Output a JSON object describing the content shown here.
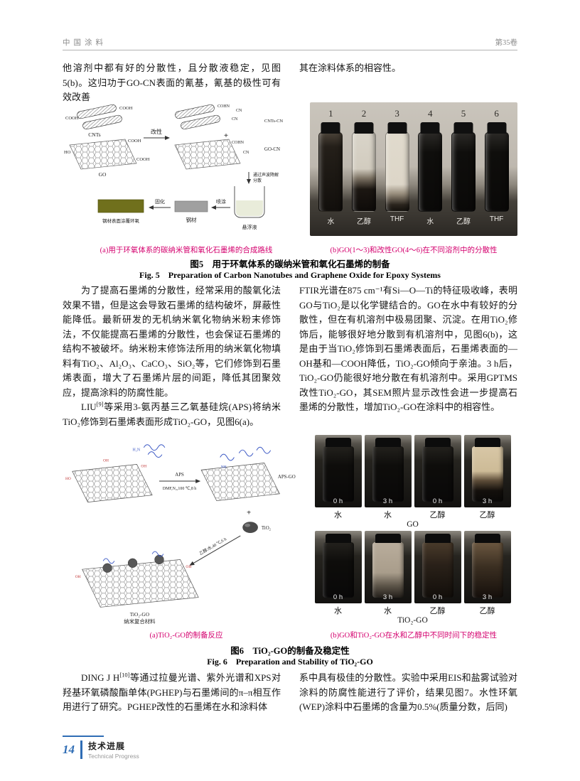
{
  "header": {
    "journal": "中国涂料",
    "volume": "第35卷"
  },
  "intro": {
    "left": "他溶剂中都有好的分散性，且分散液稳定，见图5(b)。这归功于GO-CN表面的氰基，氰基的极性可有效改善",
    "right": "其在涂料体系的相容性。"
  },
  "figure5": {
    "diagram": {
      "cooh_a": "COOH",
      "cooh_b": "COOH",
      "cooh_c": "COOH",
      "cooh_d": "COOH",
      "cnts": "CNTs",
      "ho": "HO",
      "go": "GO",
      "modify": "改性",
      "cohn_a": "COHN",
      "cn_a": "CN",
      "cn_b": "CN",
      "cnts_cn": "CNTs-CN",
      "cohn_b": "COHN",
      "cn_c": "CN",
      "go_cn": "GO-CN",
      "plus": "+",
      "son1": "通过声波降解",
      "son2": "分散",
      "spray": "喷涂",
      "cure": "固化",
      "steel": "钢材",
      "coated": "钢材表面涂覆环氧",
      "suspension": "悬浮液"
    },
    "photo": {
      "numbers": [
        "1",
        "2",
        "3",
        "4",
        "5",
        "6"
      ],
      "solvents": [
        "水",
        "乙醇",
        "THF",
        "水",
        "乙醇",
        "THF"
      ]
    },
    "caption_a": "(a)用于环氧体系的碳纳米管和氧化石墨烯的合成路线",
    "caption_b": "(b)GO(1～3)和改性GO(4～6)在不同溶剂中的分散性",
    "title_cn": "图5　用于环氧体系的碳纳米管和氧化石墨烯的制备",
    "title_en": "Fig. 5　Preparation of Carbon Nanotubes and Graphene Oxide for Epoxy Systems"
  },
  "body": {
    "para1": "为了提高石墨烯的分散性，经常采用的酸氧化法效果不错，但是这会导致石墨烯的结构破坏，屏蔽性能降低。最新研发的无机纳米氧化物纳米粉末修饰法，不仅能提高石墨烯的分散性，也会保证石墨烯的结构不被破坏。纳米粉末修饰法所用的纳米氧化物填料有TiO₂、Al₂O₃、CaCO₃、SiO₂等，它们修饰到石墨烯表面，增大了石墨烯片层的间距，降低其团聚效应，提高涂料的防腐性能。",
    "para2_author": "LIU",
    "para2_ref": "[9]",
    "para2_rest": "等采用3-氨丙基三乙氧基硅烷(APS)将纳米TiO₂修饰到石墨烯表面形成TiO₂-GO，见图6(a)。",
    "para3": "FTIR光谱在875 cm⁻¹有Si—O—Ti的特征吸收峰，表明GO与TiO₂是以化学键结合的。GO在水中有较好的分散性，但在有机溶剂中极易团聚、沉淀。在用TiO₂修饰后，能够很好地分散到有机溶剂中，见图6(b)，这是由于当TiO₂修饰到石墨烯表面后，石墨烯表面的—OH基和—COOH降低，TiO₂-GO倾向于亲油。3 h后，TiO₂-GO仍能很好地分散在有机溶剂中。采用GPTMS改性TiO₂-GO，其SEM照片显示改性会进一步提高石墨烯的分散性，增加TiO₂-GO在涂料中的相容性。",
    "para4_author": "DING J H",
    "para4_ref": "[10]",
    "para4_rest": "等通过拉曼光谱、紫外光谱和XPS对羟基环氧磷酸酯单体(PGHEP)与石墨烯间的π–π相互作用进行了研究。PGHEP改性的石墨烯在水和涂料体",
    "para5": "系中具有极佳的分散性。实验中采用EIS和盐雾试验对涂料的防腐性能进行了评价，结果见图7。水性环氧(WEP)涂料中石墨烯的含量为0.5%(质量分数，后同)"
  },
  "figure6": {
    "scheme": {
      "h2n": "H₂N",
      "ho": "HO",
      "oh_a": "OH",
      "oh_b": "OH",
      "oh_c": "OH",
      "oh_d": "OH",
      "nh": "NH",
      "aps": "APS",
      "cond1": "DMF,N₂,100 ℃,8 h",
      "aps_go": "APS-GO",
      "plus": "+",
      "tio2": "TiO₂",
      "cond2": "乙醇:水,40 ℃,6 h",
      "product1": "TiO₂-GO",
      "product2": "纳米复合材料"
    },
    "photos": {
      "go": {
        "times": [
          "0 h",
          "3 h",
          "0 h",
          "3 h"
        ],
        "solvents": [
          "水",
          "水",
          "乙醇",
          "乙醇"
        ],
        "label": "GO"
      },
      "tio2go": {
        "times": [
          "0 h",
          "3 h",
          "0 h",
          "3 h"
        ],
        "solvents": [
          "水",
          "水",
          "乙醇",
          "乙醇"
        ],
        "label": "TiO₂-GO"
      }
    },
    "caption_a": "(a)TiO₂-GO的制备反应",
    "caption_b": "(b)GO和TiO₂-GO在水和乙醇中不同时间下的稳定性",
    "title_cn": "图6　TiO₂-GO的制备及稳定性",
    "title_en": "Fig. 6　Preparation and Stability of TiO₂-GO"
  },
  "footer": {
    "page_number": "14",
    "section_cn": "技术进展",
    "section_en": "Technical Progress"
  },
  "colors": {
    "caption_magenta": "#d4006e",
    "footer_blue": "#2f6db5"
  }
}
